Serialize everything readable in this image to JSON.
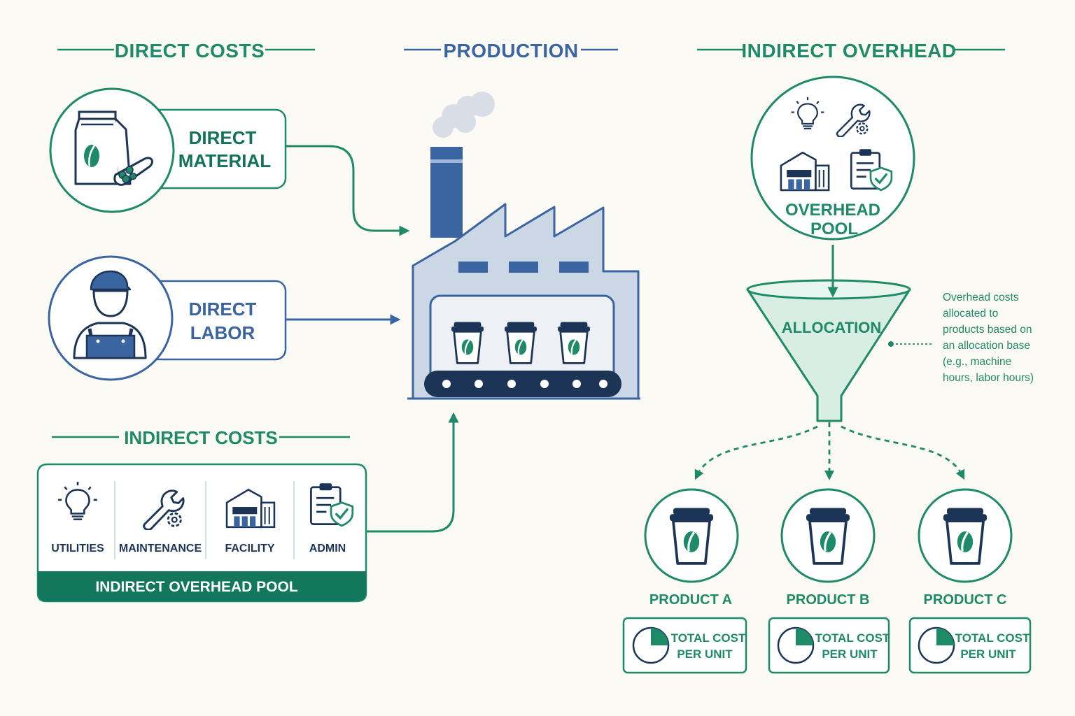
{
  "headers": {
    "direct_costs": "DIRECT COSTS",
    "production": "PRODUCTION",
    "indirect_overhead": "INDIRECT OVERHEAD",
    "indirect_costs": "INDIRECT COSTS"
  },
  "direct_material": {
    "line1": "DIRECT",
    "line2": "MATERIAL",
    "icon": "coffee-bag-icon"
  },
  "direct_labor": {
    "line1": "DIRECT",
    "line2": "LABOR",
    "icon": "worker-icon"
  },
  "indirect_pool": {
    "items": [
      {
        "label": "UTILITIES",
        "icon": "lightbulb-icon"
      },
      {
        "label": "MAINTENANCE",
        "icon": "wrench-gear-icon"
      },
      {
        "label": "FACILITY",
        "icon": "building-icon"
      },
      {
        "label": "ADMIN",
        "icon": "clipboard-shield-icon"
      }
    ],
    "footer": "INDIRECT OVERHEAD POOL"
  },
  "overhead_pool": {
    "line1": "OVERHEAD",
    "line2": "POOL"
  },
  "allocation": {
    "label": "ALLOCATION",
    "note": [
      "Overhead costs",
      "allocated to",
      "products based on",
      "an allocation base",
      "(e.g., machine",
      "hours, labor hours)"
    ]
  },
  "products": [
    {
      "name": "PRODUCT A",
      "cost_line1": "TOTAL COST",
      "cost_line2": "PER UNIT"
    },
    {
      "name": "PRODUCT B",
      "cost_line1": "TOTAL COST",
      "cost_line2": "PER UNIT"
    },
    {
      "name": "PRODUCT C",
      "cost_line1": "TOTAL COST",
      "cost_line2": "PER UNIT"
    }
  ],
  "colors": {
    "green": "#1f8a68",
    "dark_green": "#12735a",
    "blue": "#3a65a0",
    "navy": "#1c3556",
    "background": "#fbfaf4"
  }
}
